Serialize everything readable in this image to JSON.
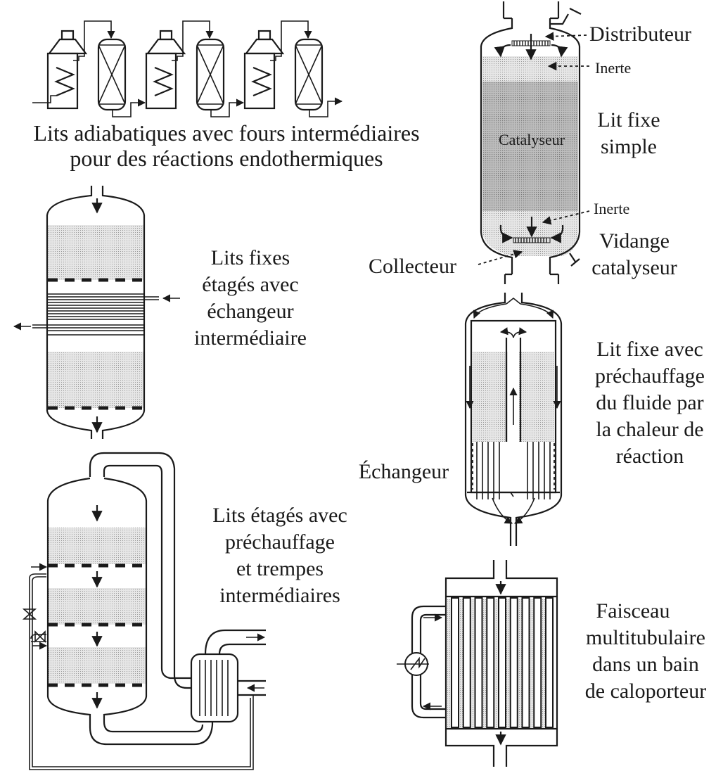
{
  "figure": {
    "panels": [
      {
        "id": "adiabatic-beds-furnaces",
        "caption_lines": [
          "Lits adiabatiques avec fours intermédiaires",
          "pour des réactions endothermiques"
        ],
        "stages": 3
      },
      {
        "id": "single-fixed-bed",
        "caption_lines": [
          "Lit fixe",
          "simple"
        ],
        "labels": {
          "distributor": "Distributeur",
          "inert_top": "Inerte",
          "catalyst": "Catalyseur",
          "inert_bottom": "Inerte",
          "collector": "Collecteur",
          "drain_lines": [
            "Vidange",
            "catalyseur"
          ]
        }
      },
      {
        "id": "staged-beds-intermediate-exchanger",
        "caption_lines": [
          "Lits fixes",
          "étagés avec",
          "échangeur",
          "intermédiaire"
        ]
      },
      {
        "id": "fixed-bed-preheating",
        "caption_lines": [
          "Lit fixe avec",
          "préchauffage",
          "du fluide par",
          "la chaleur de",
          "réaction"
        ],
        "labels": {
          "exchanger": "Échangeur"
        }
      },
      {
        "id": "staged-beds-preheating-quench",
        "caption_lines": [
          "Lits  étagés avec",
          "préchauffage",
          "et trempes",
          "intermédiaires"
        ],
        "beds": 3
      },
      {
        "id": "multitubular-bundle",
        "caption_lines": [
          "Faisceau",
          "multitubulaire",
          "dans un bain",
          "de caloporteur"
        ],
        "tubes": 9
      }
    ]
  }
}
